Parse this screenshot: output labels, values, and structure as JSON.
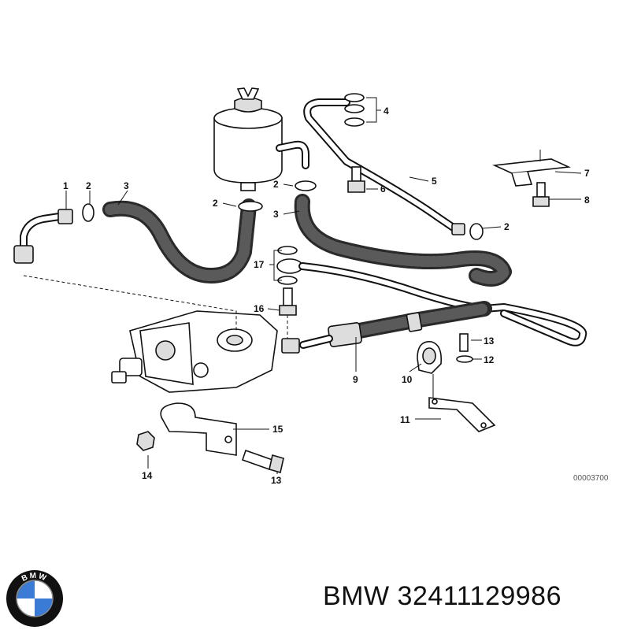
{
  "diagram": {
    "drawing_code": "00003700",
    "callouts": [
      {
        "id": "1",
        "label": "1"
      },
      {
        "id": "2",
        "label": "2"
      },
      {
        "id": "3",
        "label": "3"
      },
      {
        "id": "4",
        "label": "4"
      },
      {
        "id": "5",
        "label": "5"
      },
      {
        "id": "6",
        "label": "6"
      },
      {
        "id": "7",
        "label": "7"
      },
      {
        "id": "8",
        "label": "8"
      },
      {
        "id": "9",
        "label": "9"
      },
      {
        "id": "10",
        "label": "10"
      },
      {
        "id": "11",
        "label": "11"
      },
      {
        "id": "12",
        "label": "12"
      },
      {
        "id": "13",
        "label": "13"
      },
      {
        "id": "14",
        "label": "14"
      },
      {
        "id": "15",
        "label": "15"
      },
      {
        "id": "16",
        "label": "16"
      },
      {
        "id": "17",
        "label": "17"
      }
    ]
  },
  "caption": {
    "text": "BMW 32411129986"
  },
  "logo": {
    "text": "BMW",
    "colors": {
      "ring": "#111111",
      "blue": "#3a7bd5",
      "white": "#ffffff"
    }
  }
}
